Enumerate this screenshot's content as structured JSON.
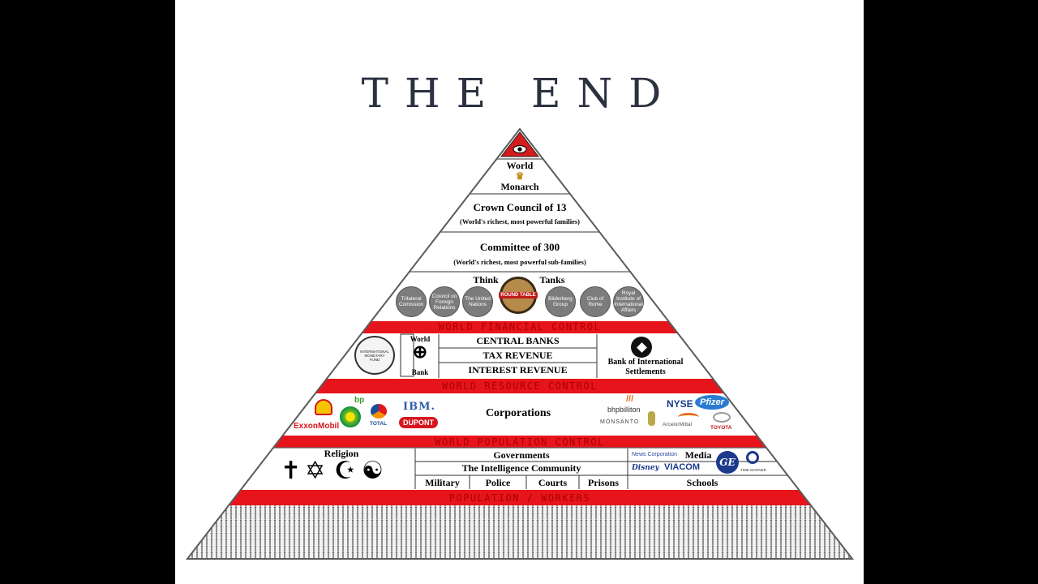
{
  "title": "THE END",
  "apex": {
    "line1": "World",
    "line2": "Monarch"
  },
  "crown_council": {
    "title": "Crown Council of 13",
    "subtitle": "(World's richest, most powerful families)"
  },
  "committee": {
    "title": "Committee of 300",
    "subtitle": "(World's richest, most powerful sub-families)"
  },
  "think_tanks": {
    "label_left": "Think",
    "label_right": "Tanks",
    "center_badge": "ROUND TABLE",
    "items": [
      "Trilateral Comission",
      "Council on Foreign Relations",
      "The United Nations",
      "Bilderberg Group",
      "Club of Rome",
      "Royal Institute of International Affairs"
    ]
  },
  "bands": {
    "financial": "WORLD FINANCIAL CONTROL",
    "resource": "WORLD RESOURCE CONTROL",
    "population": "WORLD POPULATION CONTROL",
    "workers": "POPULATION / WORKERS"
  },
  "finance": {
    "imf_seal": "INTERNATIONAL MONETARY FUND",
    "world_bank_top": "World",
    "world_bank_bottom": "Bank",
    "rows": [
      "CENTRAL BANKS",
      "TAX REVENUE",
      "INTEREST REVENUE"
    ],
    "bis_line1": "Bank of International",
    "bis_line2": "Settlements"
  },
  "corporations": {
    "label": "Corporations",
    "left_logos": [
      "ExxonMobil",
      "bp",
      "TOTAL",
      "IBM.",
      "DUPONT"
    ],
    "right_logos": [
      "bhpbilliton",
      "NYSE",
      "Pfizer",
      "MONSANTO",
      "ArcelorMittal",
      "TOYOTA"
    ]
  },
  "society": {
    "religion": "Religion",
    "religion_symbols": [
      "✝",
      "✡",
      "☪",
      "☯"
    ],
    "governments": "Governments",
    "intelligence": "The Intelligence Community",
    "military": "Military",
    "police": "Police",
    "courts": "Courts",
    "prisons": "Prisons",
    "media": "Media",
    "media_logos": [
      "News Corporation",
      "Disney",
      "VIACOM",
      "GE",
      "TIME WARNER"
    ],
    "schools": "Schools"
  },
  "colors": {
    "band_red": "#e8141b",
    "band_text": "#a80000",
    "outline": "#5b5b5b",
    "title": "#2c3140"
  }
}
